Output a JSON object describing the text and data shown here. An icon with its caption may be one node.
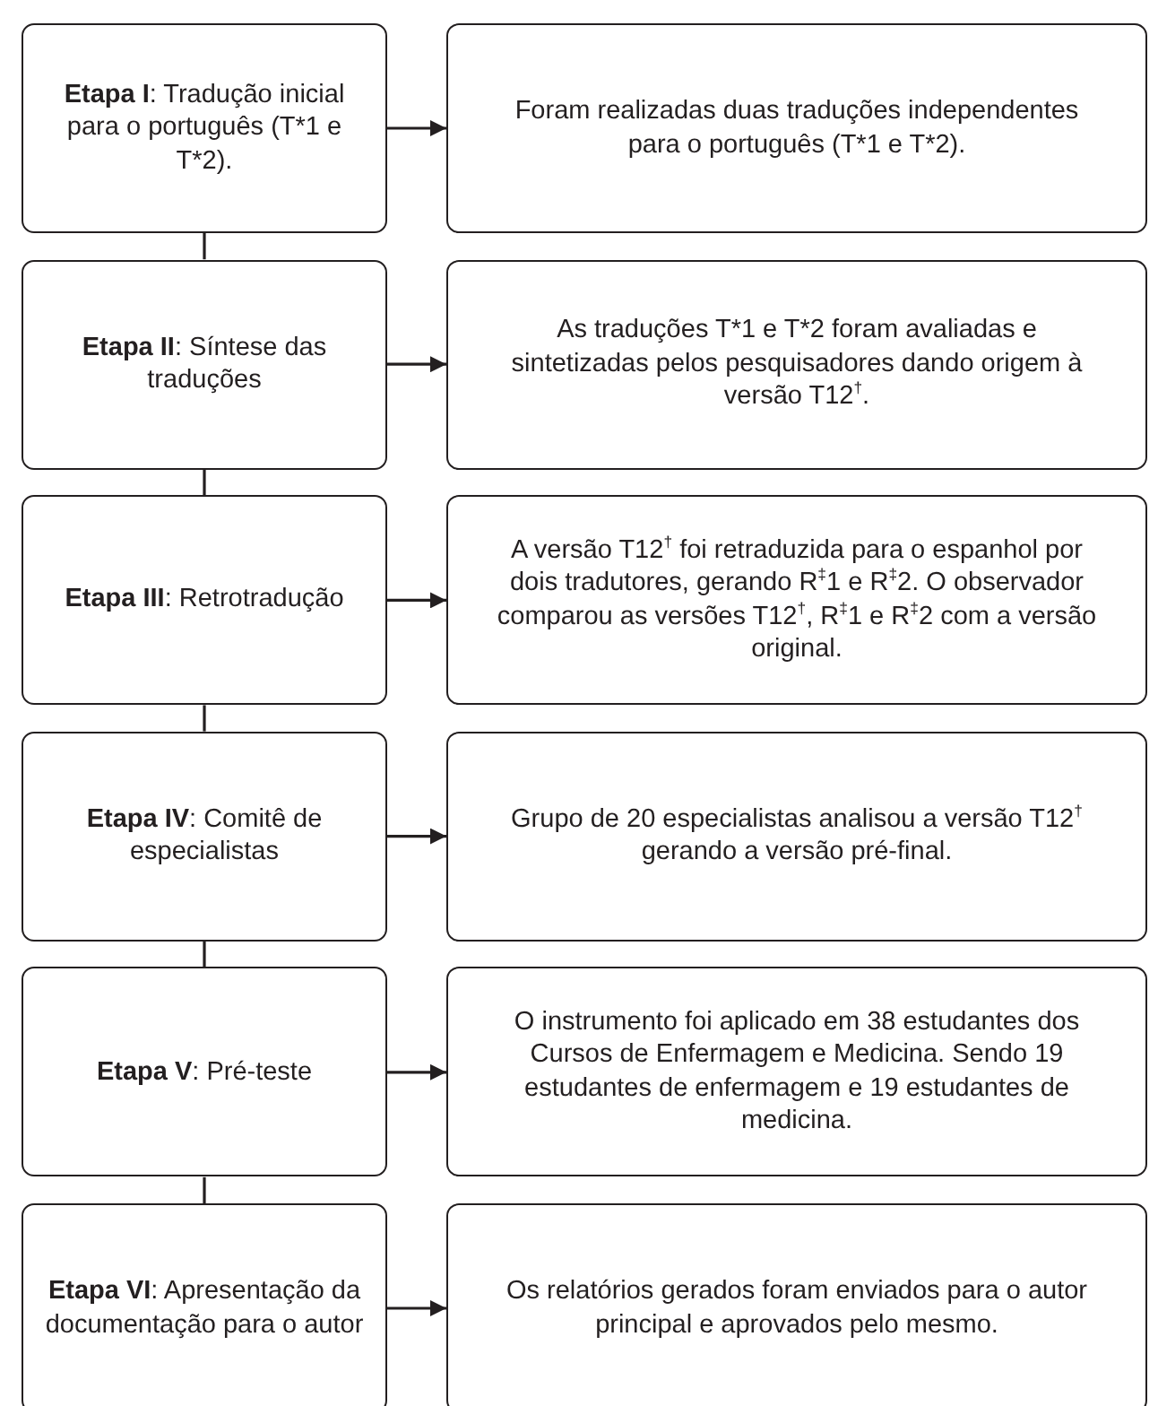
{
  "diagram": {
    "nodes": [
      {
        "text": [
          "**Etapa I**: Tradução inicial para o português (T*1 e T*2)."
        ]
      },
      {
        "text": [
          "Foram realizadas duas traduções independentes para o português (T*1 e T*2)."
        ]
      },
      {
        "text": [
          "**Etapa II**: Síntese das traduções"
        ]
      },
      {
        "text": [
          "As traduções T*1 e T*2 foram avaliadas e sintetizadas pelos pesquisadores dando origem à versão T12$^{†}$."
        ]
      },
      {
        "text": [
          "**Etapa III**: Retrotradução"
        ]
      },
      {
        "text": [
          "A versão T12$^{†}$ foi retraduzida para o espanhol por dois tradutores, gerando R$^{‡}$1 e R$^{‡}$2. O observador comparou as versões T12$^{†}$, R$^{‡}$1 e R$^{‡}$2 com a versão original."
        ]
      },
      {
        "text": [
          "**Etapa IV**: Comitê de especialistas"
        ]
      },
      {
        "text": [
          "Grupo de 20 especialistas analisou a versão T12$^{†}$ gerando a versão pré-final."
        ]
      },
      {
        "text": [
          "**Etapa V**: Pré-teste"
        ]
      },
      {
        "text": [
          "O instrumento foi aplicado em 38 estudantes dos Cursos de Enfermagem e Medicina. Sendo 19 estudantes de enfermagem e 19 estudantes de medicina."
        ]
      },
      {
        "text": [
          "**Etapa VI**: Apresentação da documentação para o autor"
        ]
      },
      {
        "text": [
          "Os relatórios gerados foram enviados para o autor principal e aprovados pelo mesmo."
        ]
      }
    ],
    "edges": [
      {
        "from": 0,
        "to": 1,
        "arrow": "to"
      },
      {
        "from": 0,
        "to": 2,
        "arrow": "none"
      },
      {
        "from": 2,
        "to": 3,
        "arrow": "to"
      },
      {
        "from": 2,
        "to": 4,
        "arrow": "none"
      },
      {
        "from": 4,
        "to": 5,
        "arrow": "to"
      },
      {
        "from": 4,
        "to": 6,
        "arrow": "none"
      },
      {
        "from": 6,
        "to": 7,
        "arrow": "to"
      },
      {
        "from": 6,
        "to": 8,
        "arrow": "none"
      },
      {
        "from": 8,
        "to": 9,
        "arrow": "to"
      },
      {
        "from": 8,
        "to": 10,
        "arrow": "none"
      },
      {
        "from": 10,
        "to": 11,
        "arrow": "to"
      }
    ]
  }
}
